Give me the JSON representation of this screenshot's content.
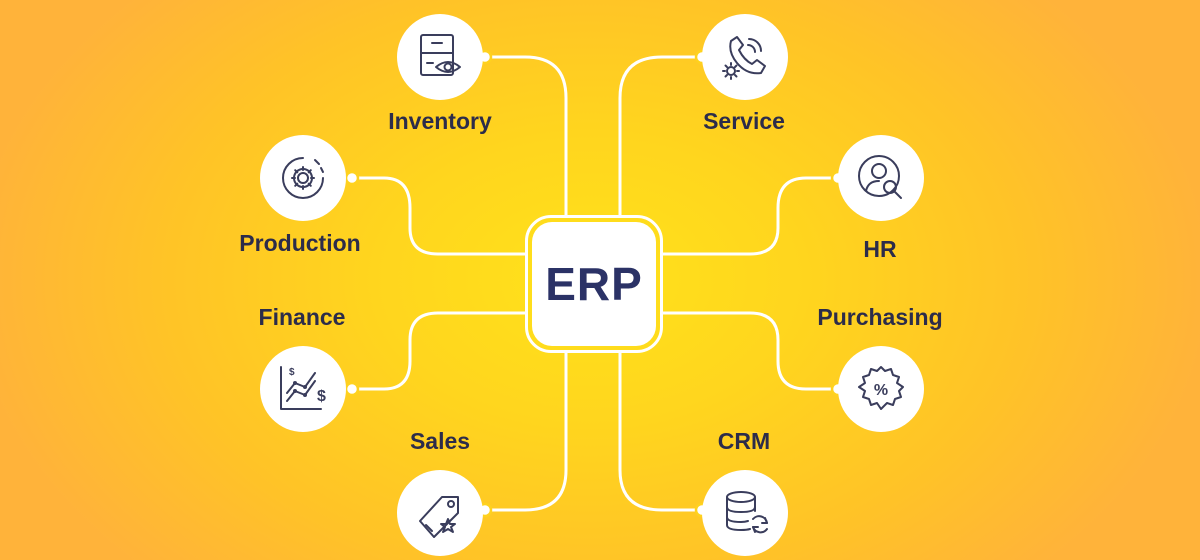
{
  "center": {
    "label": "ERP"
  },
  "colors": {
    "node_text": "#2c2c4a",
    "icon_stroke": "#3a3d5c",
    "center_text": "#2b3266",
    "connector": "#ffffff"
  },
  "nodes": [
    {
      "id": "inventory",
      "label": "Inventory",
      "icon": "file-cabinet-eye-icon"
    },
    {
      "id": "service",
      "label": "Service",
      "icon": "phone-gear-icon"
    },
    {
      "id": "production",
      "label": "Production",
      "icon": "gear-cycle-icon"
    },
    {
      "id": "hr",
      "label": "HR",
      "icon": "person-search-icon"
    },
    {
      "id": "finance",
      "label": "Finance",
      "icon": "growth-chart-dollar-icon"
    },
    {
      "id": "purchasing",
      "label": "Purchasing",
      "icon": "percent-badge-icon"
    },
    {
      "id": "sales",
      "label": "Sales",
      "icon": "price-tag-star-icon"
    },
    {
      "id": "crm",
      "label": "CRM",
      "icon": "database-sync-icon"
    }
  ]
}
